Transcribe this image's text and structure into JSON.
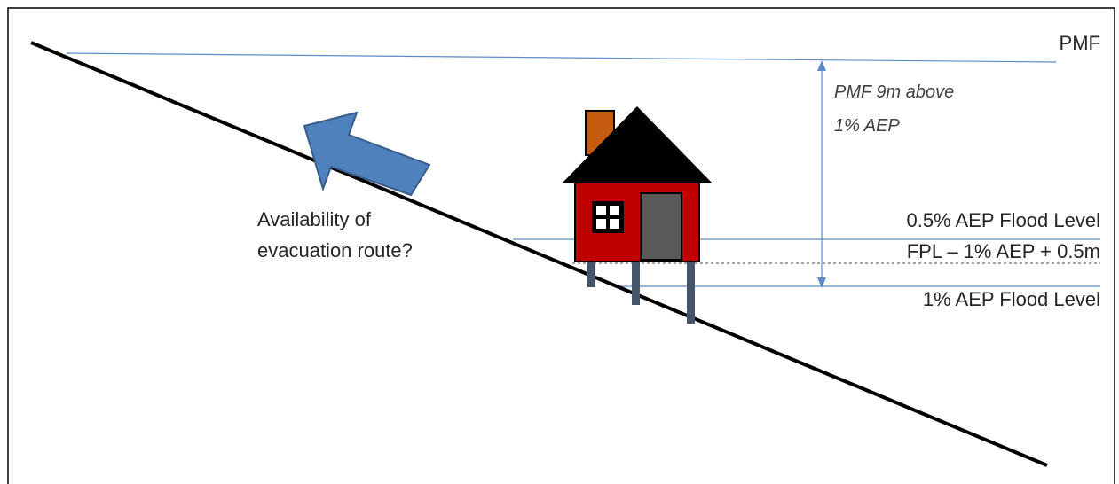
{
  "levels": {
    "pmf": "PMF",
    "aep_05": "0.5% AEP Flood Level",
    "fpl": "FPL – 1% AEP + 0.5m",
    "aep_1": "1% AEP Flood Level"
  },
  "annotation": {
    "line1": "PMF 9m above",
    "line2": "1% AEP"
  },
  "evacuation": {
    "line1": "Availability of",
    "line2": "evacuation route?"
  },
  "colors": {
    "frame": "#000000",
    "ground": "#000000",
    "level_lines": "#5b8bc9",
    "arrow_fill": "#4f81bd",
    "arrow_stroke": "#385d8a",
    "house_wall": "#c00000",
    "roof": "#000000",
    "chimney": "#c55a11",
    "door": "#595959",
    "piers": "#44546a"
  }
}
